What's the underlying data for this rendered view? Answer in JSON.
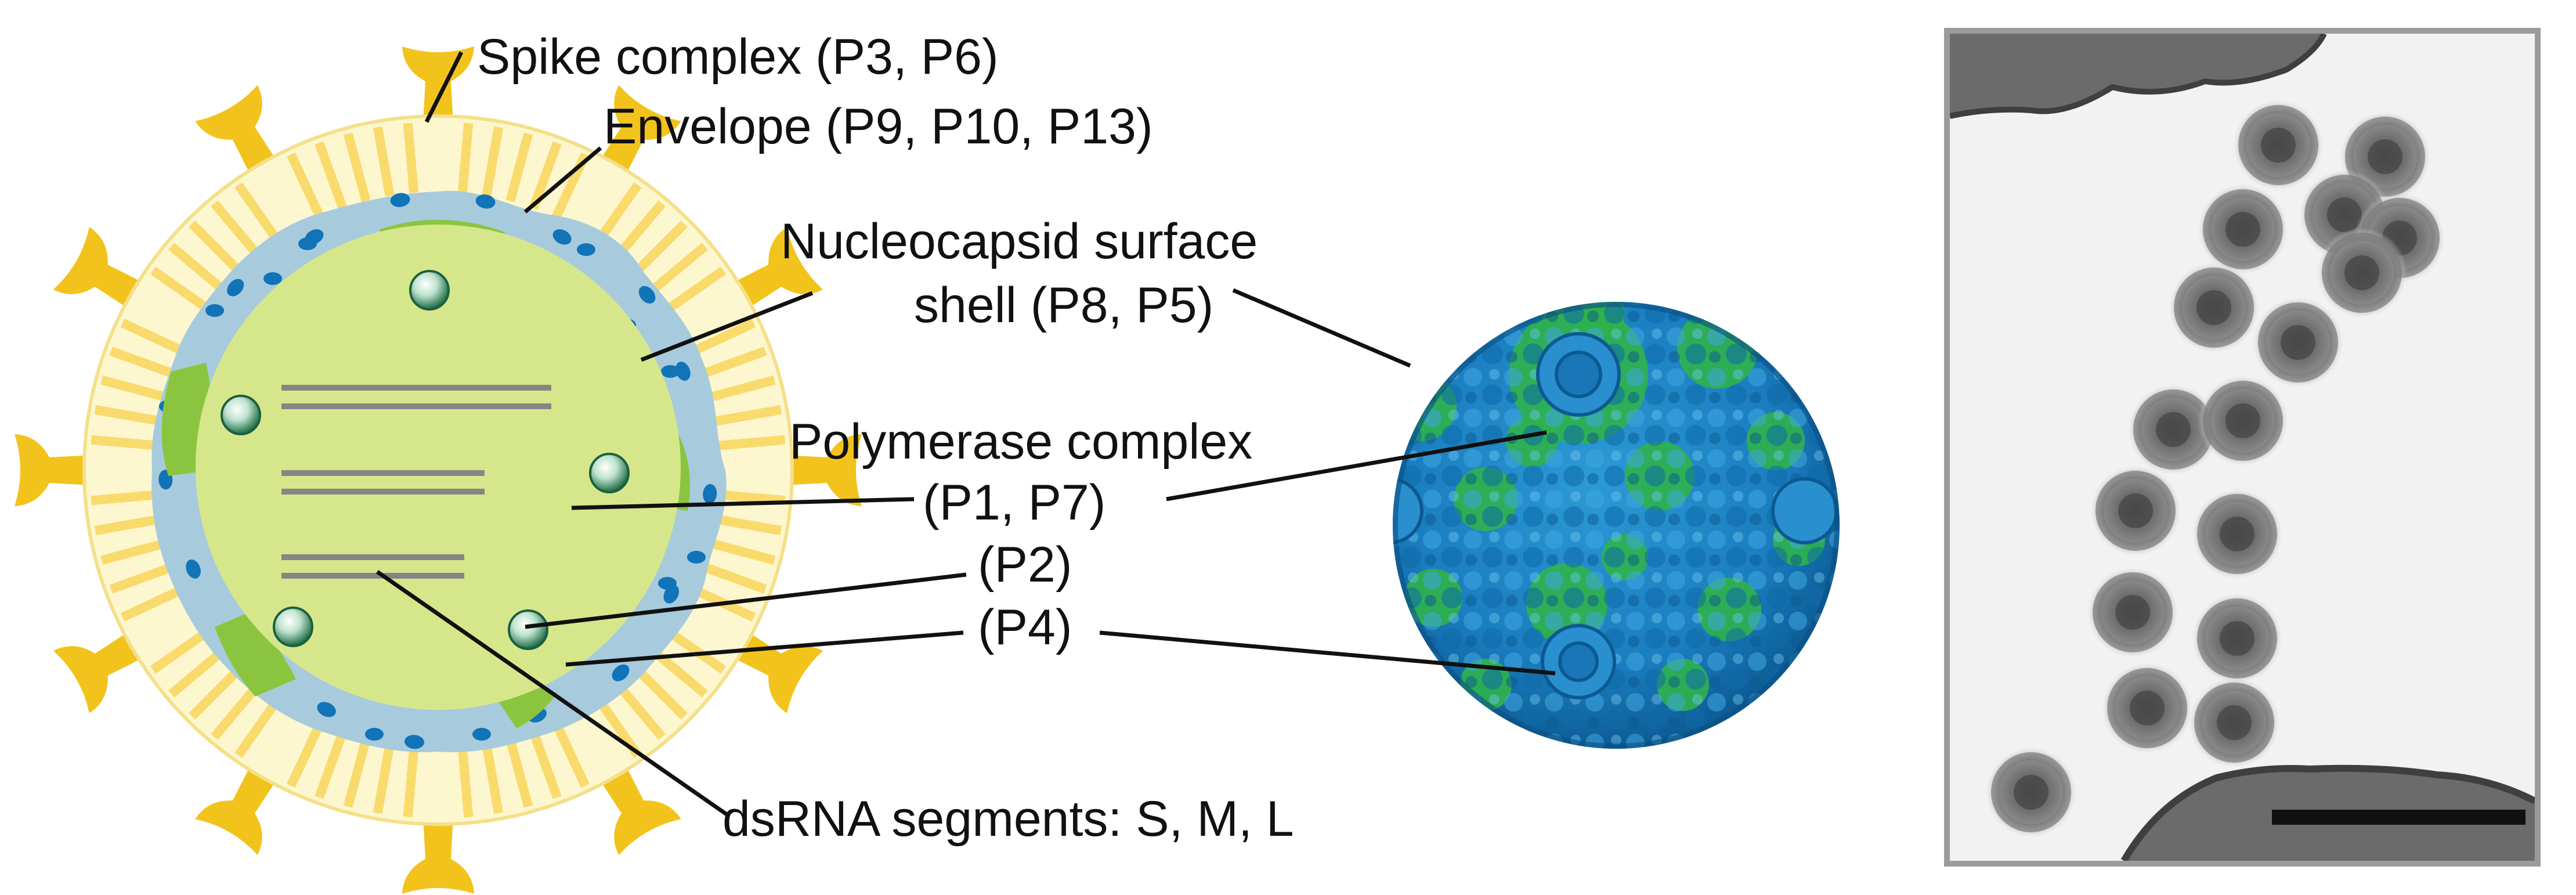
{
  "labels": {
    "spike": "Spike complex (P3, P6)",
    "envelope": "Envelope (P9, P10, P13)",
    "nucleocapsid_line1": "Nucleocapsid surface",
    "nucleocapsid_line2": "shell (P8, P5)",
    "polymerase_line1": "Polymerase complex",
    "polymerase_line2": "(P1, P7)",
    "p2": "(P2)",
    "p4": "(P4)",
    "dsrna": "dsRNA segments: S, M, L"
  },
  "colors": {
    "spike": "#f2c31c",
    "envelope_fill": "#fdf7cf",
    "envelope_stripe": "#f8d55a",
    "nucleocapsid_shell": "#a7cbdc",
    "blue_protein": "#1173b8",
    "core": "#d6e78b",
    "polymerase_green": "#8bc53f",
    "rna_lines": "#858585",
    "capsid_blue": "#1b7fc0",
    "capsid_green": "#2fb34a",
    "leader_line": "#111111",
    "micrograph_border": "#9b9b9b",
    "scale_bar": "#111111"
  }
}
